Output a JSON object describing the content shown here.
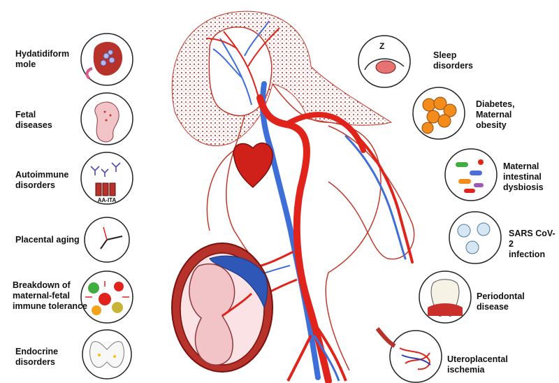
{
  "left_factors": [
    {
      "name": "hydatidiform-mole",
      "label": "Hydatidiform\nmole"
    },
    {
      "name": "fetal-diseases",
      "label": "Fetal\ndiseases"
    },
    {
      "name": "autoimmune-disorders",
      "label": "Autoimmune\ndisorders",
      "icon_text": "AA-ITA"
    },
    {
      "name": "placental-aging",
      "label": "Placental aging"
    },
    {
      "name": "immune-tolerance-breakdown",
      "label": "Breakdown of\nmaternal-fetal\nimmune tolerance"
    },
    {
      "name": "endocrine-disorders",
      "label": "Endocrine\ndisorders"
    }
  ],
  "right_factors": [
    {
      "name": "sleep-disorders",
      "label": "Sleep\ndisorders"
    },
    {
      "name": "diabetes-obesity",
      "label": "Diabetes,\nMaternal\nobesity"
    },
    {
      "name": "intestinal-dysbiosis",
      "label": "Maternal\nintestinal\ndysbiosis"
    },
    {
      "name": "sars-cov-2",
      "label": "SARS CoV-2\ninfection"
    },
    {
      "name": "periodontal-disease",
      "label": "Periodontal\ndisease"
    },
    {
      "name": "uteroplacental-ischemia",
      "label": "Uteroplacental\nischemia"
    }
  ],
  "colors": {
    "artery": "#e0241b",
    "vein": "#3e6fd8",
    "tissue": "#c9302c",
    "fetus": "#f2c4c8",
    "outline": "#222222"
  }
}
